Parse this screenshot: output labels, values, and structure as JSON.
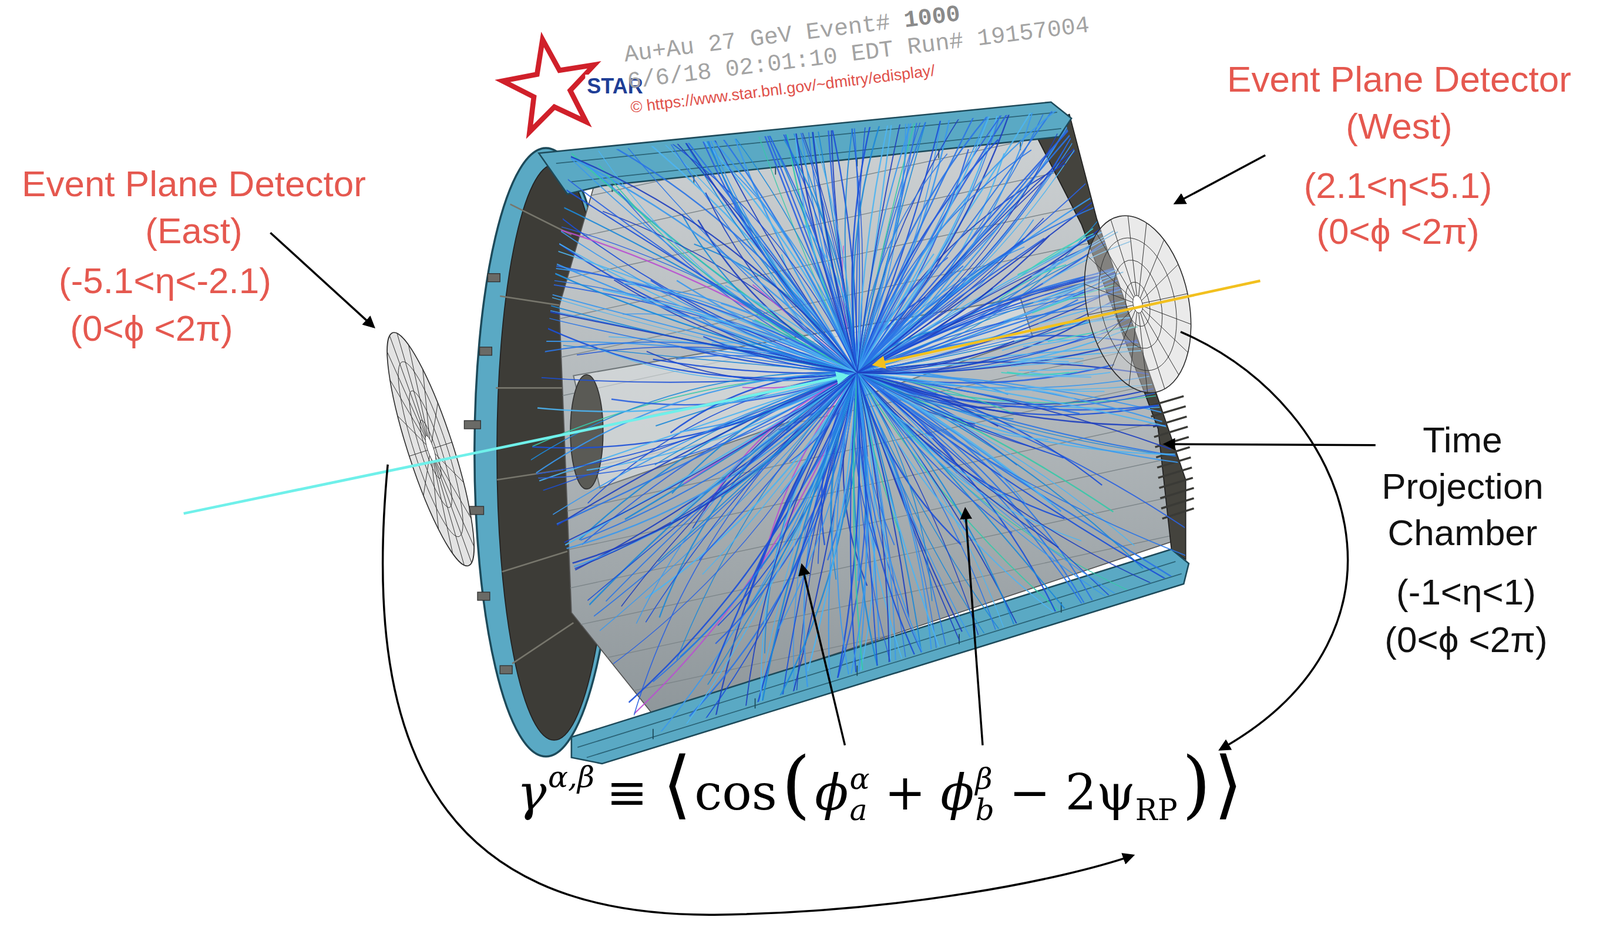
{
  "diagram": {
    "labels": [
      "STAR",
      "Au+Au 27 GeV Event#",
      "1000",
      "6/6/18 02:01:10 EDT Run# 19157004",
      "© https://www.star.bnl.gov/~dmitry/edisplay/",
      "Event Plane Detector (West)",
      "(2.1<η<5.1)",
      "(0<ϕ <2π)",
      "Event Plane Detector (East)",
      "(-5.1<η<-2.1)",
      "(0<ϕ <2π)",
      "Time Projection Chamber",
      "(-1<η<1)",
      "(0<ϕ <2π)",
      "γ",
      "α,β",
      "≡",
      "⟨",
      "cos",
      "(",
      "ϕ",
      "α",
      "a",
      "+",
      "ϕ",
      "β",
      "b",
      "−",
      "2ψ",
      "RP",
      ")",
      "⟩"
    ]
  }
}
